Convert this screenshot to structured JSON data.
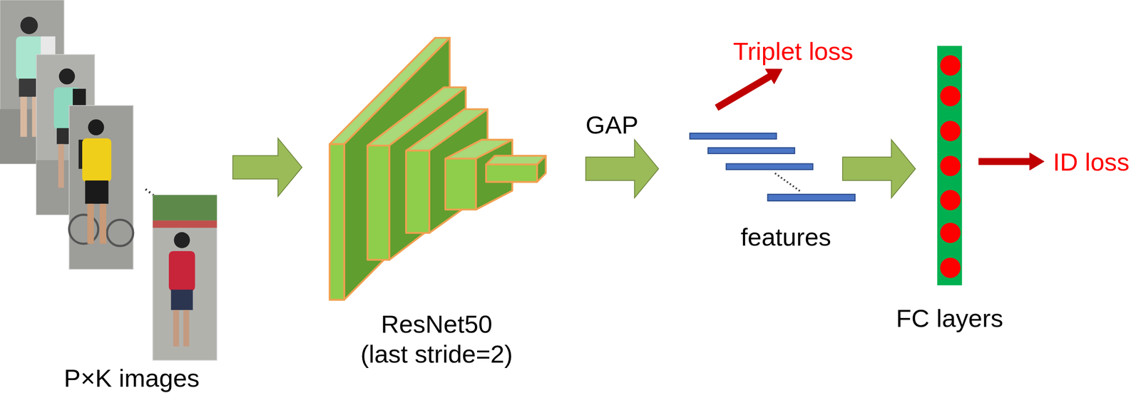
{
  "diagram": {
    "nodes": [
      {
        "text": [
          "P×K images"
        ]
      },
      {
        "text": [
          "ResNet50 (last stride=2)"
        ]
      },
      {
        "text": [
          "features"
        ]
      },
      {
        "text": [
          "Triplet loss"
        ]
      },
      {
        "text": [
          "FC layers"
        ]
      },
      {
        "text": [
          "ID loss"
        ]
      }
    ],
    "edges": [
      {
        "from": 0,
        "to": 1,
        "arrow": "to"
      },
      {
        "from": 1,
        "to": 2,
        "label": "GAP",
        "arrow": "to"
      },
      {
        "from": 2,
        "to": 3,
        "arrow": "to"
      },
      {
        "from": 2,
        "to": 4,
        "arrow": "to"
      },
      {
        "from": 4,
        "to": 5,
        "arrow": "to"
      }
    ]
  }
}
